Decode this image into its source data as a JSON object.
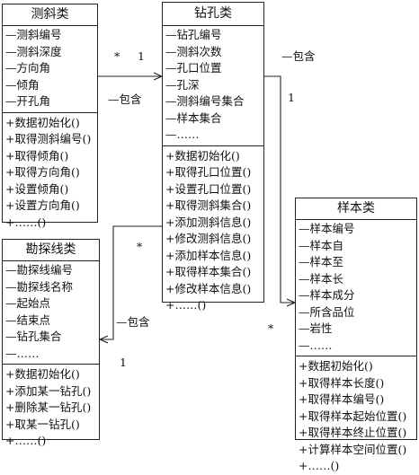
{
  "classes": {
    "cexie": {
      "name": "测斜类",
      "attributes": [
        "—测斜编号",
        "—测斜深度",
        "—方向角",
        "—倾角",
        "—开孔角"
      ],
      "methods": [
        "+数据初始化()",
        "+取得测斜编号()",
        "+取得倾角()",
        "+取得方向角()",
        "+设置倾角()",
        "+设置方向角()",
        "+……()"
      ]
    },
    "zuankong": {
      "name": "钻孔类",
      "attributes": [
        "—钻孔编号",
        "—测斜次数",
        "—孔口位置",
        "—孔深",
        "—测斜编号集合",
        "—样本集合",
        "—……"
      ],
      "methods": [
        "+数据初始化()",
        "+取得孔口位置()",
        "+设置孔口位置()",
        "+取得测斜集合()",
        "+添加测斜信息()",
        "+修改测斜信息()",
        "+添加样本信息()",
        "+取得样本集合()",
        "+修改样本信息()",
        "+……()"
      ]
    },
    "kantanxian": {
      "name": "勘探线类",
      "attributes": [
        "—勘探线编号",
        "—勘探线名称",
        "—起始点",
        "—结束点",
        "—钻孔集合",
        "—……"
      ],
      "methods": [
        "+数据初始化()",
        "+添加某一钻孔()",
        "+删除某一钻孔()",
        "+取某一钻孔()",
        "+……()"
      ]
    },
    "yangben": {
      "name": "样本类",
      "attributes": [
        "—样本编号",
        "—样本自",
        "—样本至",
        "—样本长",
        "—样本成分",
        "—所含品位",
        "—岩性",
        "—……"
      ],
      "methods": [
        "+数据初始化()",
        "+取得样本长度()",
        "+取得样本编号()",
        "+取得样本起始位置()",
        "+取得样本终止位置()",
        "+计算样本空间位置()",
        "+……()"
      ]
    }
  },
  "relations": [
    {
      "from": "cexie",
      "to": "zuankong",
      "label": "—包含",
      "multiplicity_from": "*",
      "multiplicity_to": "1"
    },
    {
      "from": "zuankong",
      "to": "yangben",
      "label": "—包含",
      "multiplicity_from": "1",
      "multiplicity_to": "*"
    },
    {
      "from": "zuankong",
      "to": "kantanxian",
      "label": "—包含",
      "multiplicity_from": "*",
      "multiplicity_to": "1"
    }
  ]
}
